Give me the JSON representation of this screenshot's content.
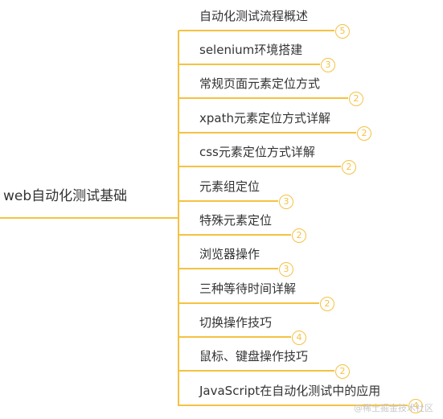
{
  "root": {
    "label": "web自动化测试基础"
  },
  "branches": [
    {
      "label": "自动化测试流程概述",
      "count": "5"
    },
    {
      "label": "selenium环境搭建",
      "count": "3"
    },
    {
      "label": "常规页面元素定位方式",
      "count": "2"
    },
    {
      "label": "xpath元素定位方式详解",
      "count": "2"
    },
    {
      "label": "css元素定位方式详解",
      "count": "2"
    },
    {
      "label": "元素组定位",
      "count": "3"
    },
    {
      "label": "特殊元素定位",
      "count": "2"
    },
    {
      "label": "浏览器操作",
      "count": "3"
    },
    {
      "label": "三种等待时间详解",
      "count": "2"
    },
    {
      "label": "切换操作技巧",
      "count": "4"
    },
    {
      "label": "鼠标、键盘操作技巧",
      "count": "2"
    },
    {
      "label": "JavaScript在自动化测试中的应用",
      "count": "4"
    }
  ],
  "watermark": "@稀土掘金技术社区",
  "colors": {
    "line": "#f5c242",
    "text": "#333333"
  }
}
